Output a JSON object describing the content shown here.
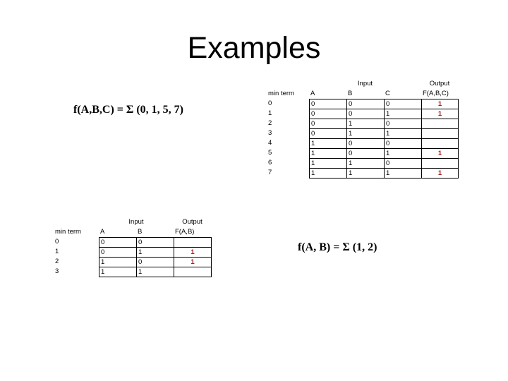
{
  "slide": {
    "title": "Examples",
    "background_color": "#ffffff",
    "text_color": "#000000",
    "highlight_color": "#A32020"
  },
  "equations": {
    "three_var": "f(A,B,C) = Σ (0, 1, 5, 7)",
    "two_var": "f(A, B) = Σ (1, 2)"
  },
  "table_3var": {
    "minterm_label": "min term",
    "group_headers": {
      "input": "Input",
      "output": "Output"
    },
    "columns": [
      "A",
      "B",
      "C"
    ],
    "output_column": "F(A,B,C)",
    "rows": [
      {
        "minterm": "0",
        "A": "0",
        "B": "0",
        "C": "0",
        "F": "1"
      },
      {
        "minterm": "1",
        "A": "0",
        "B": "0",
        "C": "1",
        "F": "1"
      },
      {
        "minterm": "2",
        "A": "0",
        "B": "1",
        "C": "0",
        "F": ""
      },
      {
        "minterm": "3",
        "A": "0",
        "B": "1",
        "C": "1",
        "F": ""
      },
      {
        "minterm": "4",
        "A": "1",
        "B": "0",
        "C": "0",
        "F": ""
      },
      {
        "minterm": "5",
        "A": "1",
        "B": "0",
        "C": "1",
        "F": "1"
      },
      {
        "minterm": "6",
        "A": "1",
        "B": "1",
        "C": "0",
        "F": ""
      },
      {
        "minterm": "7",
        "A": "1",
        "B": "1",
        "C": "1",
        "F": "1"
      }
    ]
  },
  "table_2var": {
    "minterm_label": "min term",
    "group_headers": {
      "input": "Input",
      "output": "Output"
    },
    "columns": [
      "A",
      "B"
    ],
    "output_column": "F(A,B)",
    "rows": [
      {
        "minterm": "0",
        "A": "0",
        "B": "0",
        "F": ""
      },
      {
        "minterm": "1",
        "A": "0",
        "B": "1",
        "F": "1"
      },
      {
        "minterm": "2",
        "A": "1",
        "B": "0",
        "F": "1"
      },
      {
        "minterm": "3",
        "A": "1",
        "B": "1",
        "F": ""
      }
    ]
  }
}
